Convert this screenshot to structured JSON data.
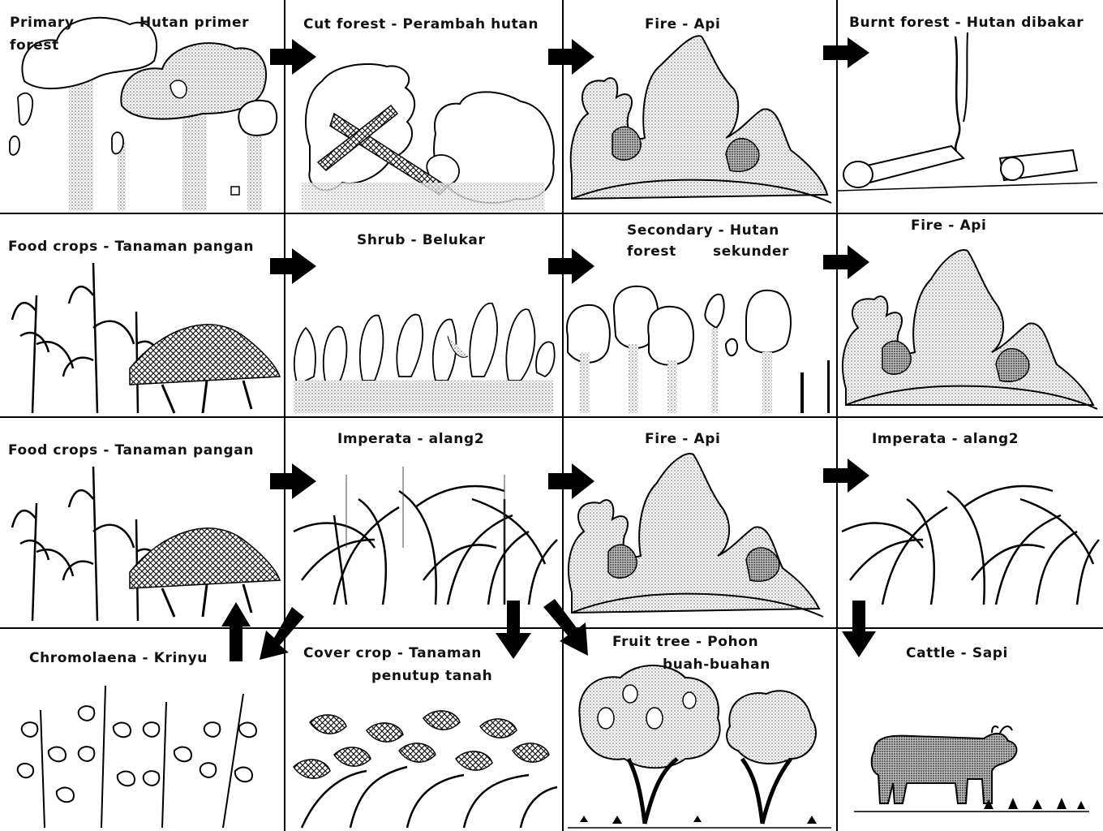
{
  "stages": {
    "primary_forest": {
      "label_a": "Primary",
      "label_b": "forest",
      "label_c": "Hutan primer"
    },
    "cut_forest": {
      "label": "Cut forest - Perambah hutan"
    },
    "fire_1": {
      "label": "Fire - Api"
    },
    "burnt_forest": {
      "label": "Burnt forest - Hutan dibakar"
    },
    "food_crops_1": {
      "label": "Food crops - Tanaman pangan"
    },
    "shrub": {
      "label": "Shrub - Belukar"
    },
    "secondary_forest": {
      "label_a": "Secondary - Hutan",
      "label_b": "forest",
      "label_c": "sekunder"
    },
    "fire_2": {
      "label": "Fire - Api"
    },
    "food_crops_2": {
      "label": "Food crops - Tanaman pangan"
    },
    "imperata_1": {
      "label": "Imperata - alang2"
    },
    "fire_3": {
      "label": "Fire - Api"
    },
    "imperata_2": {
      "label": "Imperata - alang2"
    },
    "chromolaena": {
      "label": "Chromolaena - Krinyu"
    },
    "cover_crop": {
      "label_a": "Cover crop - Tanaman",
      "label_b": "penutup tanah"
    },
    "fruit_tree": {
      "label_a": "Fruit tree - Pohon",
      "label_b": "buah-buahan"
    },
    "cattle": {
      "label": "Cattle - Sapi"
    }
  },
  "colors": {
    "ink": "#000000",
    "paper": "#ffffff",
    "stipple": "#9a9a9a"
  },
  "icons": [
    "right-arrow-icon",
    "down-arrow-icon",
    "up-arrow-icon",
    "diagonal-arrow-icon"
  ]
}
